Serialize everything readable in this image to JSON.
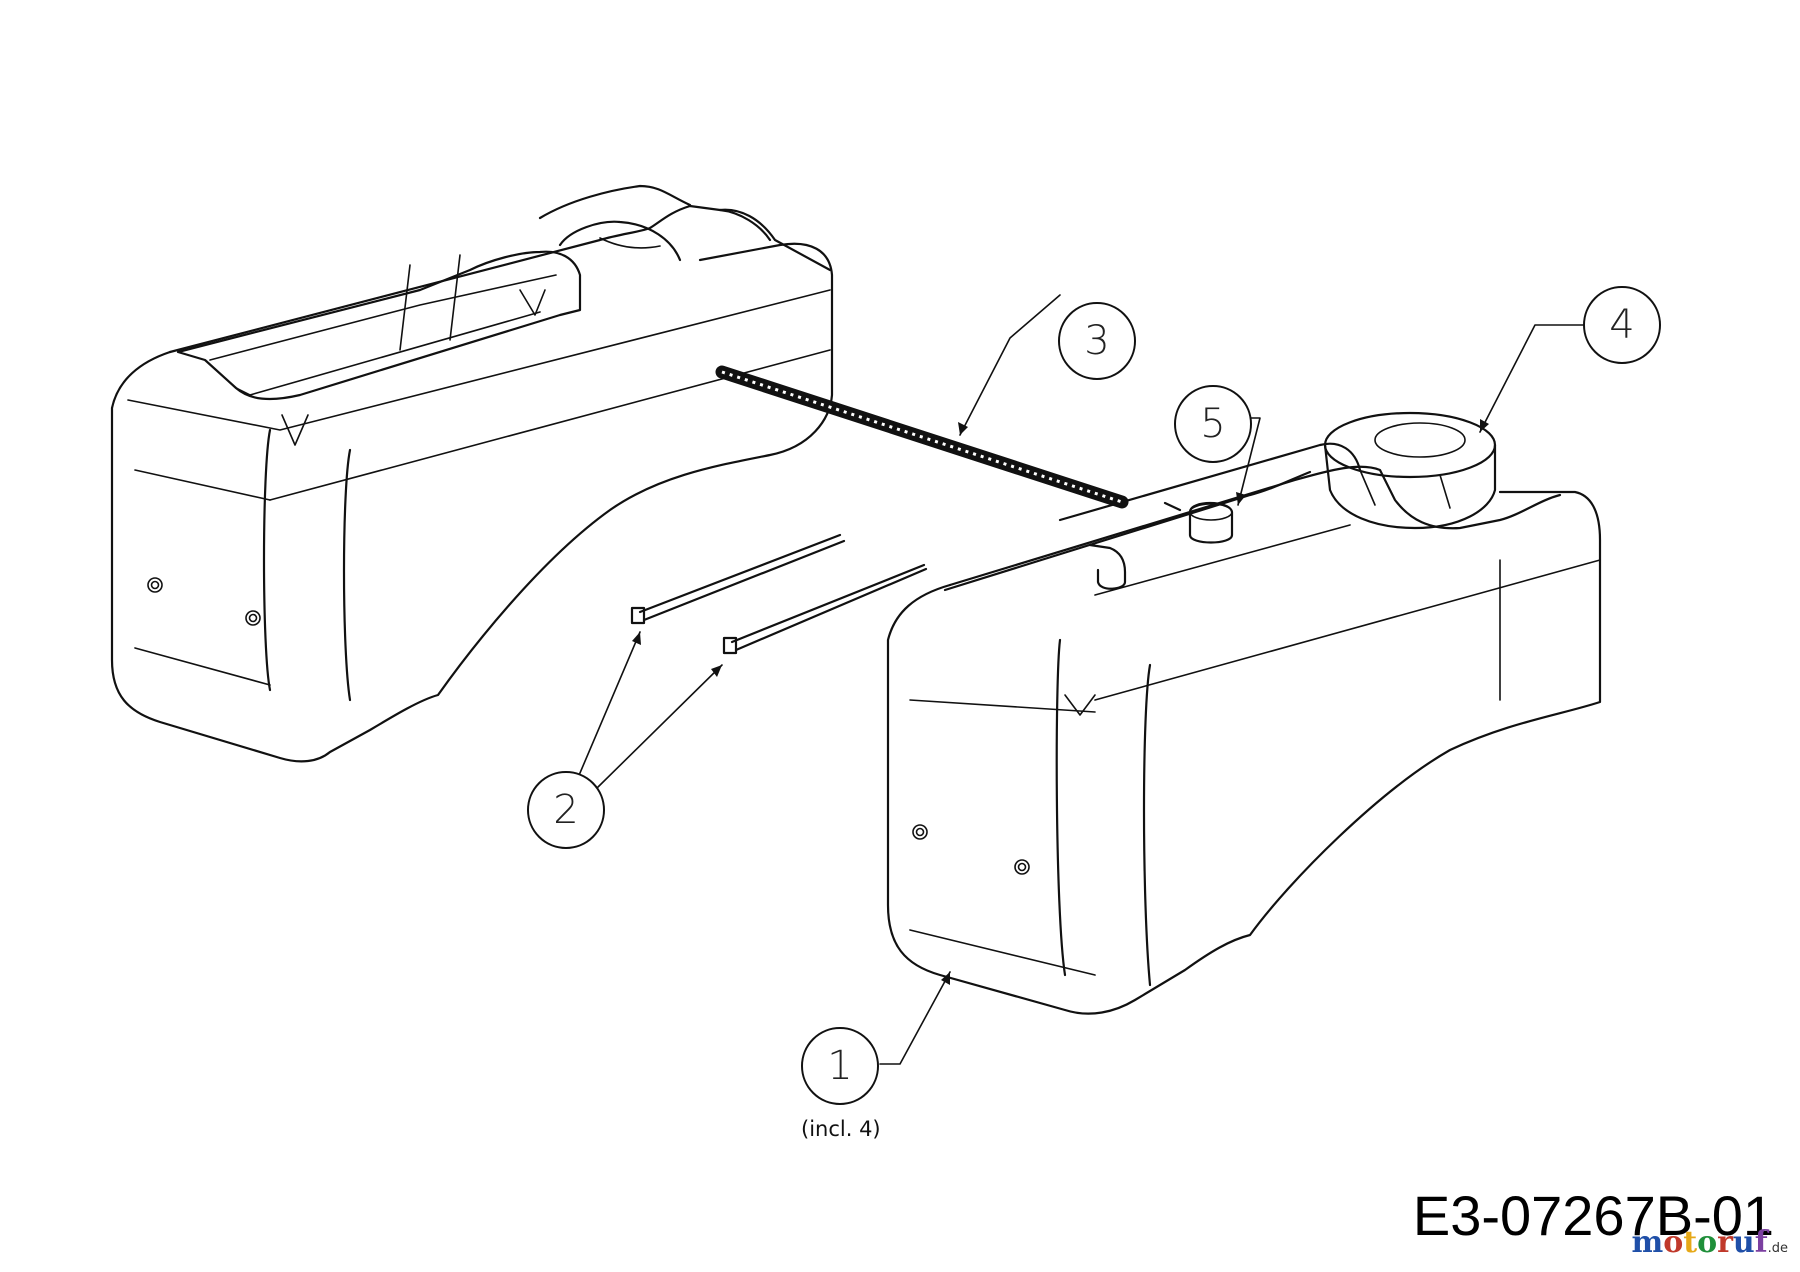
{
  "callouts": {
    "c1": "1",
    "c2": "2",
    "c3": "3",
    "c4": "4",
    "c5": "5"
  },
  "note": "(incl. 4)",
  "drawing_number": "E3-07267B-01",
  "watermark": {
    "text": "motoruf",
    "suffix": ".de",
    "letter_colors": [
      "#1f4fa8",
      "#c0392b",
      "#e6a817",
      "#1f8f3a",
      "#c0392b",
      "#1f4fa8",
      "#7b3fa0"
    ]
  }
}
